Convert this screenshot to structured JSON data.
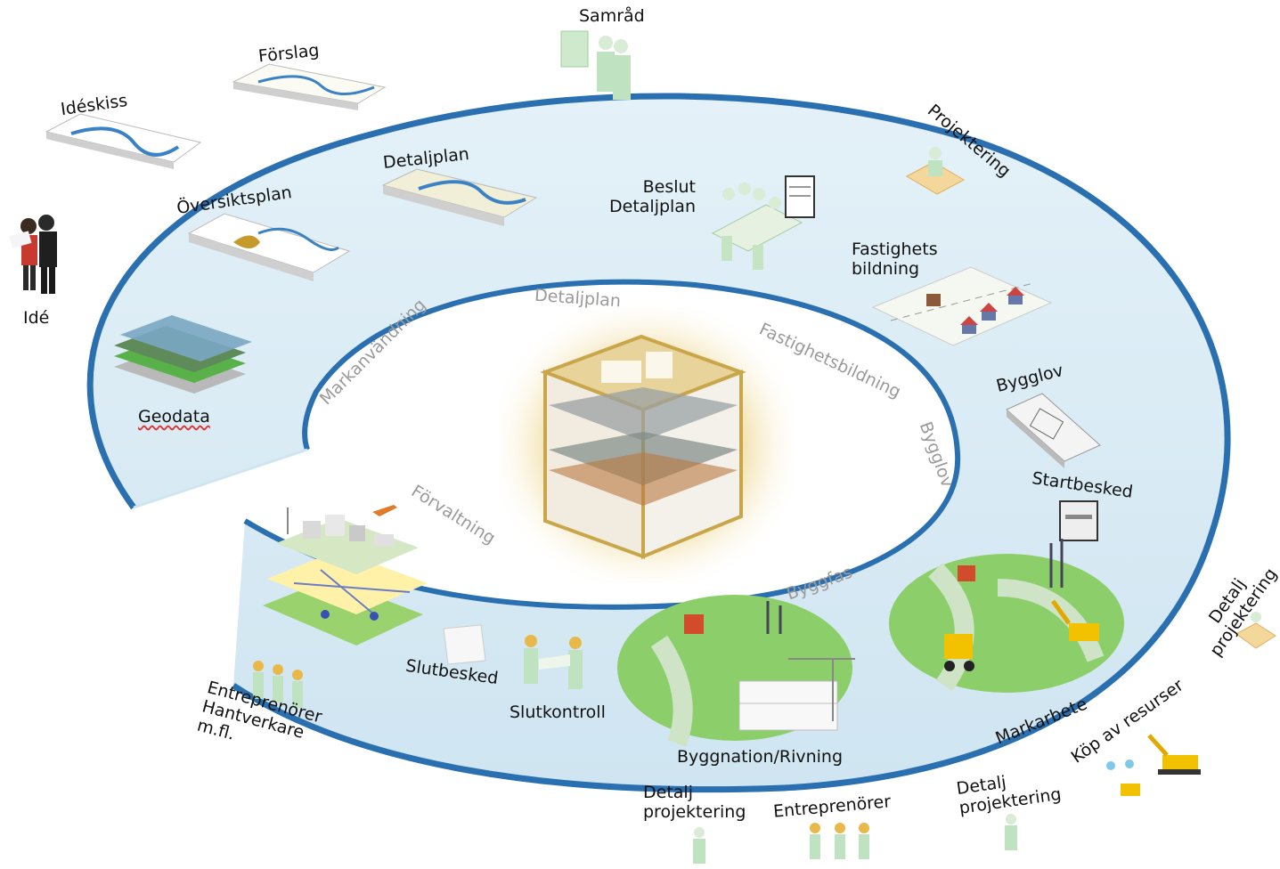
{
  "outer_labels": {
    "ide": "Idé",
    "ideskiss": "Idéskiss",
    "forslag": "Förslag",
    "samrad": "Samråd",
    "projektering": "Projektering",
    "detalj_projektering_right": "Detalj\nprojektering",
    "kop_av_resurser": "Köp av resurser",
    "detalj_projektering_bottom_right": "Detalj\nprojektering",
    "entreprenorer": "Entreprenörer",
    "detalj_projektering_bottom": "Detalj\nprojektering",
    "entreprenorer_hantverkare": "Entreprenörer\nHantverkare\nm.fl."
  },
  "ring_labels": {
    "oversiktsplan": "Översiktsplan",
    "detaljplan": "Detaljplan",
    "beslut_detaljplan": "Beslut\nDetaljplan",
    "fastighetsbildning": "Fastighets\nbildning",
    "bygglov": "Bygglov",
    "startbesked": "Startbesked",
    "geodata": "Geodata",
    "markarbete": "Markarbete",
    "byggnation_rivning": "Byggnation/Rivning",
    "slutkontroll": "Slutkontroll",
    "slutbesked": "Slutbesked"
  },
  "inner_labels": {
    "markanvandning": "Markanvändning",
    "detaljplan": "Detaljplan",
    "fastighetsbildning": "Fastighetsbildning",
    "bygglov": "Bygglov",
    "byggfas": "Byggfas",
    "forvaltning": "Förvaltning"
  },
  "colors": {
    "ring_fill": "#d6eaf4",
    "ring_edge": "#2a6fb0",
    "cube_gold": "#c9a64a",
    "green": "#8ccf6a",
    "person_green": "#bfe3c0"
  }
}
